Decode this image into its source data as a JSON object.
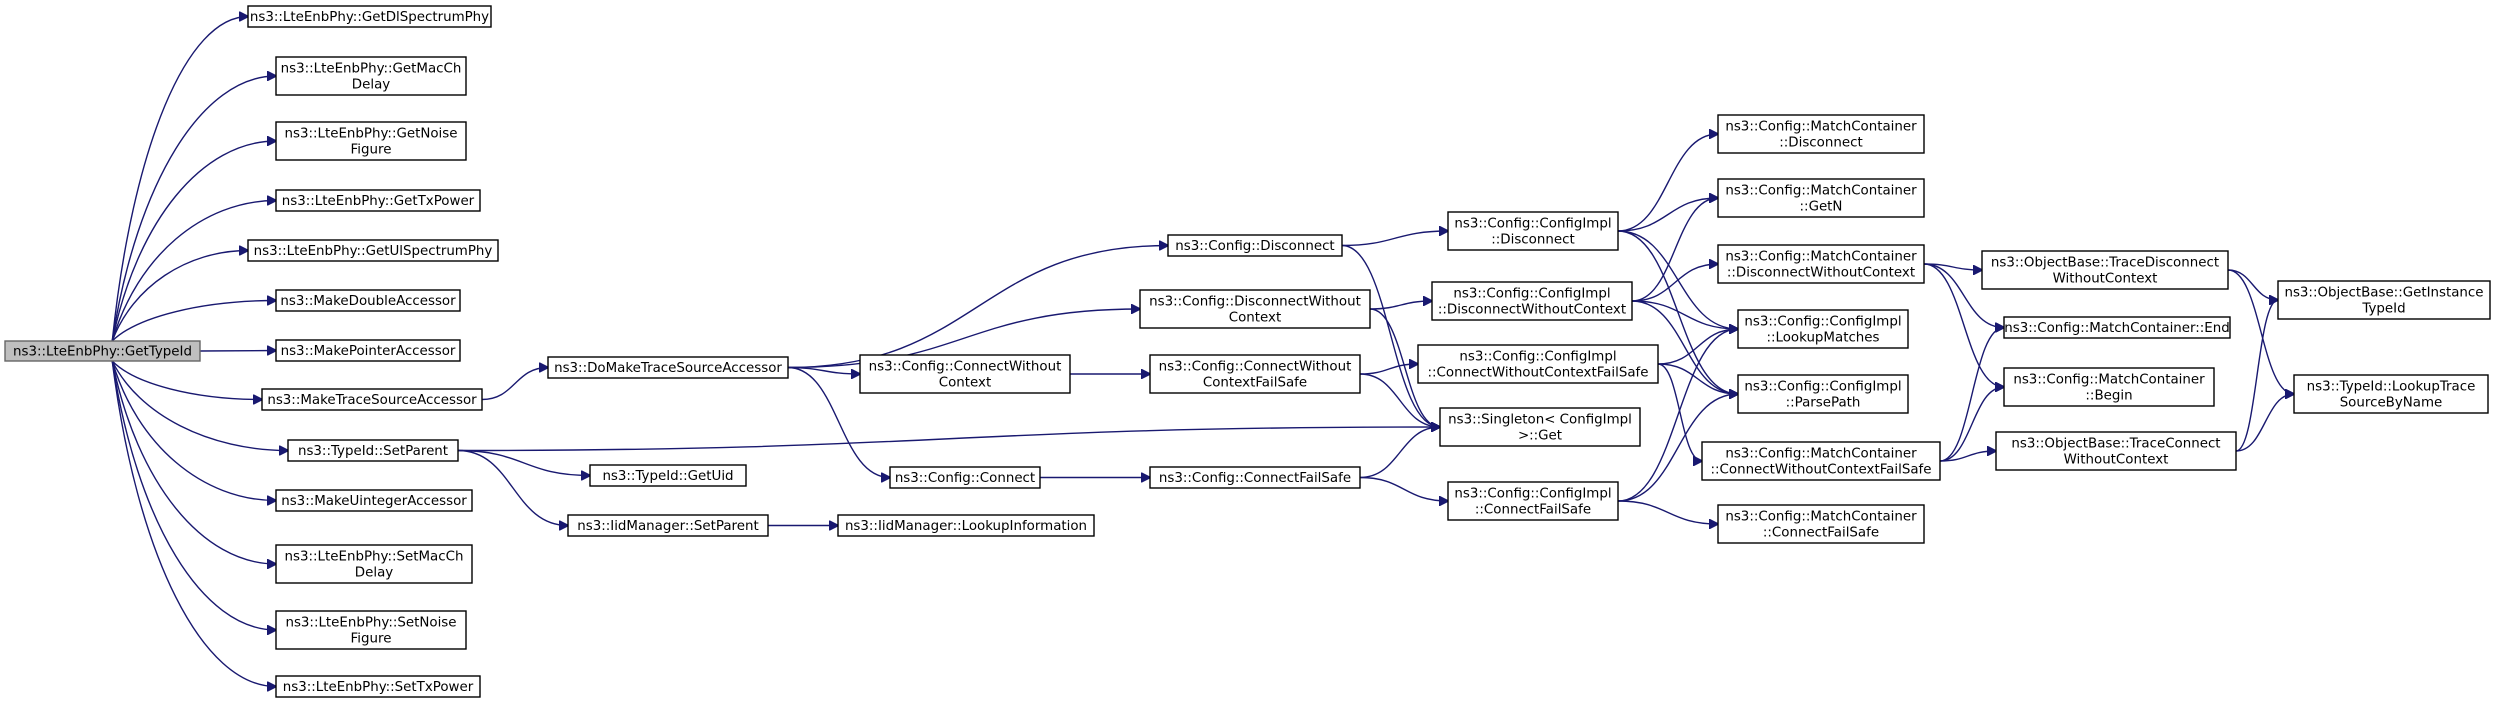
{
  "nodes": [
    {
      "id": "root",
      "lines": [
        "ns3::LteEnbPhy::GetTypeId"
      ],
      "root": true
    },
    {
      "id": "getdl",
      "lines": [
        "ns3::LteEnbPhy::GetDlSpectrumPhy"
      ]
    },
    {
      "id": "getmac",
      "lines": [
        "ns3::LteEnbPhy::GetMacCh",
        "Delay"
      ]
    },
    {
      "id": "getnoise",
      "lines": [
        "ns3::LteEnbPhy::GetNoise",
        "Figure"
      ]
    },
    {
      "id": "gettx",
      "lines": [
        "ns3::LteEnbPhy::GetTxPower"
      ]
    },
    {
      "id": "getul",
      "lines": [
        "ns3::LteEnbPhy::GetUlSpectrumPhy"
      ]
    },
    {
      "id": "mkdouble",
      "lines": [
        "ns3::MakeDoubleAccessor"
      ]
    },
    {
      "id": "mkpointer",
      "lines": [
        "ns3::MakePointerAccessor"
      ]
    },
    {
      "id": "mktrace",
      "lines": [
        "ns3::MakeTraceSourceAccessor"
      ]
    },
    {
      "id": "setparent",
      "lines": [
        "ns3::TypeId::SetParent"
      ]
    },
    {
      "id": "mkuint",
      "lines": [
        "ns3::MakeUintegerAccessor"
      ]
    },
    {
      "id": "setmac",
      "lines": [
        "ns3::LteEnbPhy::SetMacCh",
        "Delay"
      ]
    },
    {
      "id": "setnoise",
      "lines": [
        "ns3::LteEnbPhy::SetNoise",
        "Figure"
      ]
    },
    {
      "id": "settx",
      "lines": [
        "ns3::LteEnbPhy::SetTxPower"
      ]
    },
    {
      "id": "domake",
      "lines": [
        "ns3::DoMakeTraceSourceAccessor"
      ]
    },
    {
      "id": "getuid",
      "lines": [
        "ns3::TypeId::GetUid"
      ]
    },
    {
      "id": "iidset",
      "lines": [
        "ns3::IidManager::SetParent"
      ]
    },
    {
      "id": "iidlookup",
      "lines": [
        "ns3::IidManager::LookupInformation"
      ]
    },
    {
      "id": "cfgdisc",
      "lines": [
        "ns3::Config::Disconnect"
      ]
    },
    {
      "id": "cfgdiscwo",
      "lines": [
        "ns3::Config::DisconnectWithout",
        "Context"
      ]
    },
    {
      "id": "cfgconnwo",
      "lines": [
        "ns3::Config::ConnectWithout",
        "Context"
      ]
    },
    {
      "id": "cfgconn",
      "lines": [
        "ns3::Config::Connect"
      ]
    },
    {
      "id": "cfgconnwofs",
      "lines": [
        "ns3::Config::ConnectWithout",
        "ContextFailSafe"
      ]
    },
    {
      "id": "cfgconnfs",
      "lines": [
        "ns3::Config::ConnectFailSafe"
      ]
    },
    {
      "id": "impldisc",
      "lines": [
        "ns3::Config::ConfigImpl",
        "::Disconnect"
      ]
    },
    {
      "id": "impldiscwo",
      "lines": [
        "ns3::Config::ConfigImpl",
        "::DisconnectWithoutContext"
      ]
    },
    {
      "id": "implconnwofs",
      "lines": [
        "ns3::Config::ConfigImpl",
        "::ConnectWithoutContextFailSafe"
      ]
    },
    {
      "id": "singleton",
      "lines": [
        "ns3::Singleton< ConfigImpl",
        "&gt;::Get"
      ]
    },
    {
      "id": "implconnfs",
      "lines": [
        "ns3::Config::ConfigImpl",
        "::ConnectFailSafe"
      ]
    },
    {
      "id": "mcdisc",
      "lines": [
        "ns3::Config::MatchContainer",
        "::Disconnect"
      ]
    },
    {
      "id": "mcgetn",
      "lines": [
        "ns3::Config::MatchContainer",
        "::GetN"
      ]
    },
    {
      "id": "mcdiscwo",
      "lines": [
        "ns3::Config::MatchContainer",
        "::DisconnectWithoutContext"
      ]
    },
    {
      "id": "lookupmatches",
      "lines": [
        "ns3::Config::ConfigImpl",
        "::LookupMatches"
      ]
    },
    {
      "id": "parsepath",
      "lines": [
        "ns3::Config::ConfigImpl",
        "::ParsePath"
      ]
    },
    {
      "id": "mcconnwofs",
      "lines": [
        "ns3::Config::MatchContainer",
        "::ConnectWithoutContextFailSafe"
      ]
    },
    {
      "id": "mcconnfs",
      "lines": [
        "ns3::Config::MatchContainer",
        "::ConnectFailSafe"
      ]
    },
    {
      "id": "obtracedisc",
      "lines": [
        "ns3::ObjectBase::TraceDisconnect",
        "WithoutContext"
      ]
    },
    {
      "id": "mcend",
      "lines": [
        "ns3::Config::MatchContainer::End"
      ]
    },
    {
      "id": "mcbegin",
      "lines": [
        "ns3::Config::MatchContainer",
        "::Begin"
      ]
    },
    {
      "id": "obtraceconn",
      "lines": [
        "ns3::ObjectBase::TraceConnect",
        "WithoutContext"
      ]
    },
    {
      "id": "obgetinst",
      "lines": [
        "ns3::ObjectBase::GetInstance",
        "TypeId"
      ]
    },
    {
      "id": "lookuptrace",
      "lines": [
        "ns3::TypeId::LookupTrace",
        "SourceByName"
      ]
    }
  ],
  "edges": [
    [
      "root",
      "getdl"
    ],
    [
      "root",
      "getmac"
    ],
    [
      "root",
      "getnoise"
    ],
    [
      "root",
      "gettx"
    ],
    [
      "root",
      "getul"
    ],
    [
      "root",
      "mkdouble"
    ],
    [
      "root",
      "mkpointer"
    ],
    [
      "root",
      "mktrace"
    ],
    [
      "root",
      "setparent"
    ],
    [
      "root",
      "mkuint"
    ],
    [
      "root",
      "setmac"
    ],
    [
      "root",
      "setnoise"
    ],
    [
      "root",
      "settx"
    ],
    [
      "mktrace",
      "domake"
    ],
    [
      "setparent",
      "getuid"
    ],
    [
      "setparent",
      "iidset"
    ],
    [
      "setparent",
      "singleton"
    ],
    [
      "iidset",
      "iidlookup"
    ],
    [
      "domake",
      "cfgdisc"
    ],
    [
      "domake",
      "cfgdiscwo"
    ],
    [
      "domake",
      "cfgconnwo"
    ],
    [
      "domake",
      "cfgconn"
    ],
    [
      "cfgdisc",
      "impldisc"
    ],
    [
      "cfgdisc",
      "singleton"
    ],
    [
      "cfgdiscwo",
      "impldiscwo"
    ],
    [
      "cfgdiscwo",
      "singleton"
    ],
    [
      "cfgconnwo",
      "cfgconnwofs"
    ],
    [
      "cfgconn",
      "cfgconnfs"
    ],
    [
      "cfgconnwofs",
      "implconnwofs"
    ],
    [
      "cfgconnwofs",
      "singleton"
    ],
    [
      "cfgconnfs",
      "implconnfs"
    ],
    [
      "cfgconnfs",
      "singleton"
    ],
    [
      "impldisc",
      "mcdisc"
    ],
    [
      "impldisc",
      "mcgetn"
    ],
    [
      "impldisc",
      "lookupmatches"
    ],
    [
      "impldisc",
      "parsepath"
    ],
    [
      "impldiscwo",
      "mcgetn"
    ],
    [
      "impldiscwo",
      "mcdiscwo"
    ],
    [
      "impldiscwo",
      "lookupmatches"
    ],
    [
      "impldiscwo",
      "parsepath"
    ],
    [
      "implconnwofs",
      "lookupmatches"
    ],
    [
      "implconnwofs",
      "parsepath"
    ],
    [
      "implconnwofs",
      "mcconnwofs"
    ],
    [
      "implconnfs",
      "lookupmatches"
    ],
    [
      "implconnfs",
      "parsepath"
    ],
    [
      "implconnfs",
      "mcconnfs"
    ],
    [
      "mcdiscwo",
      "obtracedisc"
    ],
    [
      "mcdiscwo",
      "mcend"
    ],
    [
      "mcdiscwo",
      "mcbegin"
    ],
    [
      "mcconnwofs",
      "mcend"
    ],
    [
      "mcconnwofs",
      "mcbegin"
    ],
    [
      "mcconnwofs",
      "obtraceconn"
    ],
    [
      "obtracedisc",
      "obgetinst"
    ],
    [
      "obtracedisc",
      "lookuptrace"
    ],
    [
      "obtraceconn",
      "obgetinst"
    ],
    [
      "obtraceconn",
      "lookuptrace"
    ]
  ]
}
